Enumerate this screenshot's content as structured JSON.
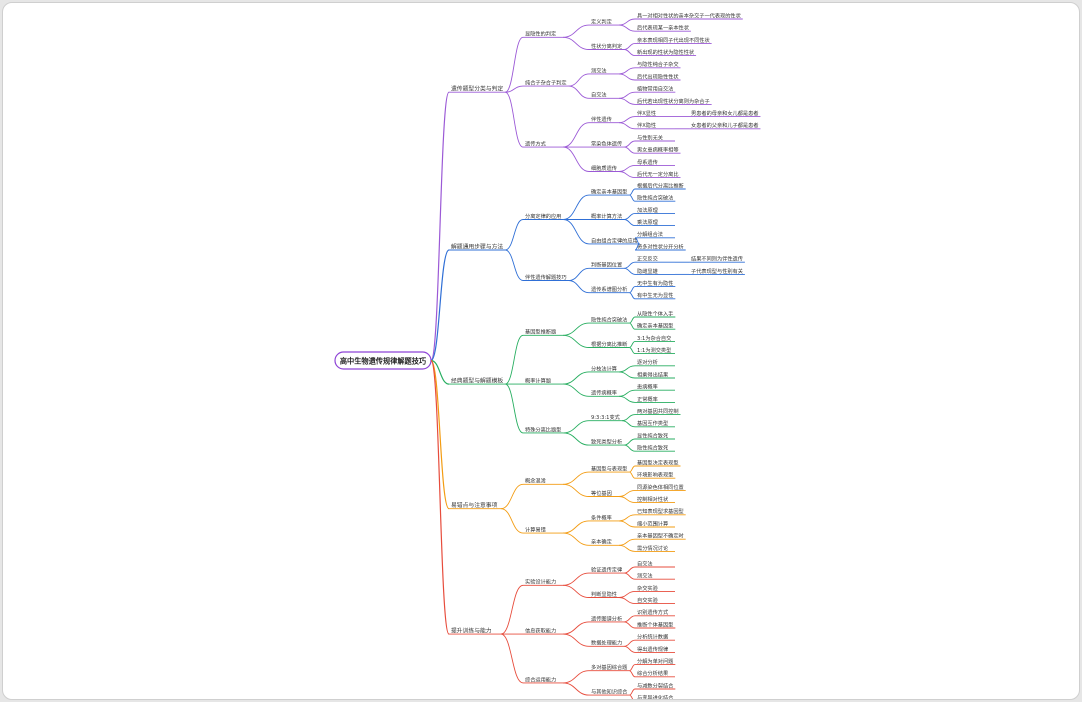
{
  "root": "高中生物遗传规律解题技巧",
  "colors": {
    "branch1": "#9b59d6",
    "branch2": "#2f6fd6",
    "branch3": "#27ae60",
    "branch4": "#f39c12",
    "branch5": "#e74c3c"
  },
  "branches": [
    {
      "label": "遗传题型分类与判定",
      "children": [
        {
          "label": "显隐性的判定",
          "children": [
            {
              "label": "定义判定",
              "children": [
                {
                  "label": "具一对相对性状的亲本杂交子一代表现的性状"
                },
                {
                  "label": "后代表现某一亲本性状"
                }
              ]
            },
            {
              "label": "性状分离判定",
              "children": [
                {
                  "label": "亲本表现相同子代出现不同性状"
                },
                {
                  "label": "新出现的性状为隐性性状"
                }
              ]
            }
          ]
        },
        {
          "label": "纯合子杂合子判定",
          "children": [
            {
              "label": "测交法",
              "children": [
                {
                  "label": "与隐性纯合子杂交"
                },
                {
                  "label": "后代出现隐性性状"
                }
              ]
            },
            {
              "label": "自交法",
              "children": [
                {
                  "label": "植物常用自交法"
                },
                {
                  "label": "后代若出现性状分离则为杂合子"
                }
              ]
            }
          ]
        },
        {
          "label": "遗传方式",
          "children": [
            {
              "label": "伴性遗传",
              "children": [
                {
                  "label": "伴X显性",
                  "extra": "男患者的母亲和女儿都是患者"
                },
                {
                  "label": "伴X隐性",
                  "extra": "女患者的父亲和儿子都是患者"
                }
              ]
            },
            {
              "label": "常染色体遗传",
              "children": [
                {
                  "label": "与性别无关"
                },
                {
                  "label": "男女患病概率相等"
                }
              ]
            },
            {
              "label": "细胞质遗传",
              "children": [
                {
                  "label": "母系遗传"
                },
                {
                  "label": "后代无一定分离比"
                }
              ]
            }
          ]
        }
      ]
    },
    {
      "label": "解题通用步骤与方法",
      "children": [
        {
          "label": "分离定律的应用",
          "children": [
            {
              "label": "确定亲本基因型",
              "children": [
                {
                  "label": "根据后代分离比推断"
                },
                {
                  "label": "隐性纯合突破法"
                }
              ]
            },
            {
              "label": "概率计算方法",
              "children": [
                {
                  "label": "加法原理"
                },
                {
                  "label": "乘法原理"
                }
              ]
            },
            {
              "label": "自由组合定律的应用",
              "children": [
                {
                  "label": "分解组合法"
                },
                {
                  "label": "将多对性状分开分析"
                }
              ]
            }
          ]
        },
        {
          "label": "伴性遗传解题技巧",
          "children": [
            {
              "label": "判断基因位置",
              "children": [
                {
                  "label": "正交反交",
                  "extra": "结果不同则为伴性遗传"
                },
                {
                  "label": "隐雌显雄",
                  "extra": "子代表现型与性别有关"
                }
              ]
            },
            {
              "label": "遗传系谱图分析",
              "children": [
                {
                  "label": "无中生有为隐性"
                },
                {
                  "label": "有中生无为显性"
                }
              ]
            }
          ]
        }
      ]
    },
    {
      "label": "经典题型与解题模板",
      "children": [
        {
          "label": "基因型推断题",
          "children": [
            {
              "label": "隐性纯合突破法",
              "children": [
                {
                  "label": "从隐性个体入手"
                },
                {
                  "label": "确定亲本基因型"
                }
              ]
            },
            {
              "label": "根据分离比推断",
              "children": [
                {
                  "label": "3:1为杂合自交"
                },
                {
                  "label": "1:1为测交类型"
                }
              ]
            }
          ]
        },
        {
          "label": "概率计算题",
          "children": [
            {
              "label": "分枝法计算",
              "children": [
                {
                  "label": "逐对分析"
                },
                {
                  "label": "相乘得出结果"
                }
              ]
            },
            {
              "label": "遗传病概率",
              "children": [
                {
                  "label": "患病概率"
                },
                {
                  "label": "正常概率"
                }
              ]
            }
          ]
        },
        {
          "label": "特殊分离比题型",
          "children": [
            {
              "label": "9:3:3:1变式",
              "children": [
                {
                  "label": "两对基因共同控制"
                },
                {
                  "label": "基因互作类型"
                }
              ]
            },
            {
              "label": "致死类型分析",
              "children": [
                {
                  "label": "显性纯合致死"
                },
                {
                  "label": "隐性纯合致死"
                }
              ]
            }
          ]
        }
      ]
    },
    {
      "label": "易错点与注意事项",
      "children": [
        {
          "label": "概念混淆",
          "children": [
            {
              "label": "基因型与表现型",
              "children": [
                {
                  "label": "基因型决定表现型"
                },
                {
                  "label": "环境影响表现型"
                }
              ]
            },
            {
              "label": "等位基因",
              "children": [
                {
                  "label": "同源染色体相同位置"
                },
                {
                  "label": "控制相对性状"
                }
              ]
            }
          ]
        },
        {
          "label": "计算易错",
          "children": [
            {
              "label": "条件概率",
              "children": [
                {
                  "label": "已知表现型求基因型"
                },
                {
                  "label": "缩小范围计算"
                }
              ]
            },
            {
              "label": "亲本确定",
              "children": [
                {
                  "label": "亲本基因型不确定时"
                },
                {
                  "label": "需分情况讨论"
                }
              ]
            }
          ]
        }
      ]
    },
    {
      "label": "提升训练与能力",
      "children": [
        {
          "label": "实验设计能力",
          "children": [
            {
              "label": "验证遗传定律",
              "children": [
                {
                  "label": "自交法"
                },
                {
                  "label": "测交法"
                }
              ]
            },
            {
              "label": "判断显隐性",
              "children": [
                {
                  "label": "杂交实验"
                },
                {
                  "label": "自交实验"
                }
              ]
            }
          ]
        },
        {
          "label": "信息获取能力",
          "children": [
            {
              "label": "遗传图谱分析",
              "children": [
                {
                  "label": "识别遗传方式"
                },
                {
                  "label": "推断个体基因型"
                }
              ]
            },
            {
              "label": "数据处理能力",
              "children": [
                {
                  "label": "分析统计数据"
                },
                {
                  "label": "得出遗传规律"
                }
              ]
            }
          ]
        },
        {
          "label": "综合运用能力",
          "children": [
            {
              "label": "多对基因综合题",
              "children": [
                {
                  "label": "分解为单对问题"
                },
                {
                  "label": "综合分析结果"
                }
              ]
            },
            {
              "label": "与其他知识综合",
              "children": [
                {
                  "label": "与减数分裂结合"
                },
                {
                  "label": "与变异进化结合"
                }
              ]
            }
          ]
        }
      ]
    }
  ]
}
